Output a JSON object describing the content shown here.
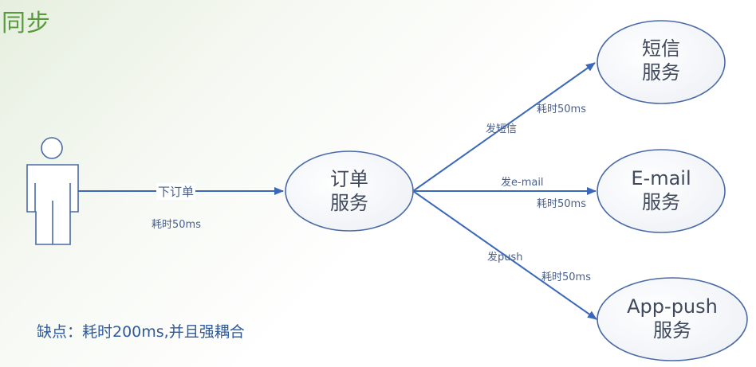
{
  "title": "同步",
  "nodes": {
    "order": {
      "line1": "订单",
      "line2": "服务"
    },
    "sms": {
      "line1": "短信",
      "line2": "服务"
    },
    "email": {
      "line1": "E-mail",
      "line2": "服务"
    },
    "push": {
      "line1": "App-push",
      "line2": "服务"
    }
  },
  "edges": {
    "user_to_order": {
      "label": "下订单",
      "time": "耗时50ms"
    },
    "order_to_sms": {
      "label": "发短信",
      "time": "耗时50ms"
    },
    "order_to_email": {
      "label": "发e-mail",
      "time": "耗时50ms"
    },
    "order_to_push": {
      "label": "发push",
      "time": "耗时50ms"
    }
  },
  "footer": "缺点：耗时200ms,并且强耦合",
  "colors": {
    "title": "#5a9a3f",
    "arrow": "#3b68b9",
    "node_border": "#4a6aa5",
    "node_text": "#404a5c",
    "label_text": "#4a5f8a",
    "footer_text": "#2f5a9a"
  }
}
